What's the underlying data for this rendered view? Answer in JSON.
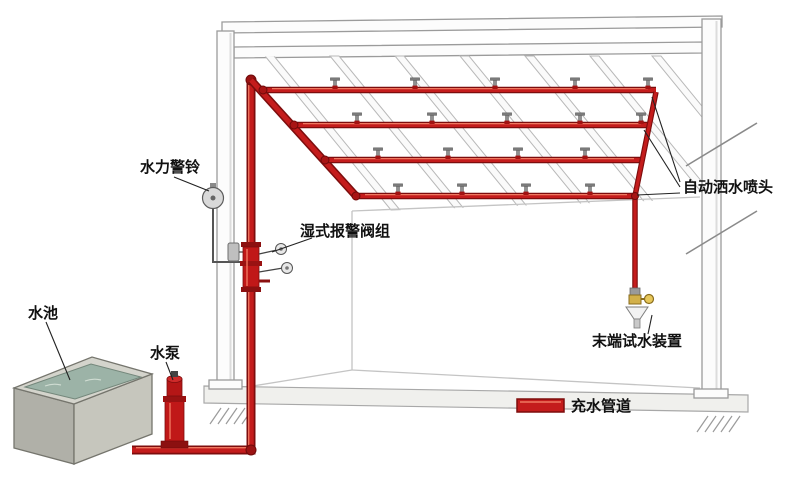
{
  "diagram": {
    "labels": {
      "alarm_bell": "水力警铃",
      "wet_alarm_valve": "湿式报警阀组",
      "water_pool": "水池",
      "water_pump": "水泵",
      "sprinkler_heads": "自动洒水喷头",
      "end_test_device": "末端试水装置"
    },
    "legend": {
      "pipe_label": "充水管道",
      "pipe_color": "#c41c1c"
    },
    "colors": {
      "pipe_red": "#c41c1c",
      "pipe_dark": "#7d0d0d",
      "pipe_highlight": "#ef7860",
      "structure_gray": "#9b9b9b",
      "water_green": "#9cb3a7",
      "brass_yellow": "#d2b04a"
    }
  }
}
